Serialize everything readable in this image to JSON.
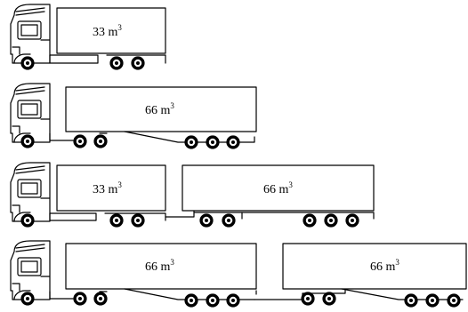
{
  "trucks": [
    {
      "containers": [
        {
          "volume": "33 m",
          "unit_power": "3"
        }
      ]
    },
    {
      "containers": [
        {
          "volume": "66 m",
          "unit_power": "3"
        }
      ]
    },
    {
      "containers": [
        {
          "volume": "33 m",
          "unit_power": "3"
        },
        {
          "volume": "66 m",
          "unit_power": "3"
        }
      ]
    },
    {
      "containers": [
        {
          "volume": "66 m",
          "unit_power": "3"
        },
        {
          "volume": "66 m",
          "unit_power": "3"
        }
      ]
    }
  ]
}
